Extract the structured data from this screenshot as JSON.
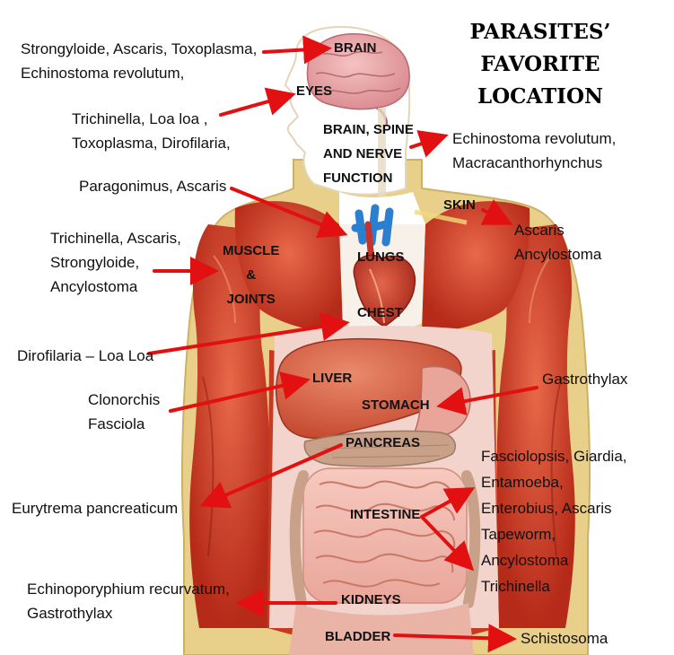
{
  "title": [
    "PARASITES’",
    "FAVORITE",
    "LOCATION"
  ],
  "organs": {
    "brain": [
      "BRAIN"
    ],
    "eyes": [
      "EYES"
    ],
    "nerve": [
      "BRAIN, SPINE",
      "AND NERVE",
      "FUNCTION"
    ],
    "skin": [
      "SKIN"
    ],
    "lungs": [
      "LUNGS"
    ],
    "muscle": [
      "MUSCLE",
      "&",
      "JOINTS"
    ],
    "chest": [
      "CHEST"
    ],
    "liver": [
      "LIVER"
    ],
    "stomach": [
      "STOMACH"
    ],
    "pancreas": [
      "PANCREAS"
    ],
    "intestine": [
      "INTESTINE"
    ],
    "kidneys": [
      "KIDNEYS"
    ],
    "bladder": [
      "BLADDER"
    ]
  },
  "parasites": {
    "brain": [
      "Strongyloide, Ascaris, Toxoplasma,",
      "Echinostoma revolutum,"
    ],
    "eyes": [
      "Trichinella, Loa loa ,",
      "Toxoplasma, Dirofilaria,"
    ],
    "nerve": [
      "Echinostoma revolutum,",
      "Macracanthorhynchus"
    ],
    "lungs": [
      "Paragonimus, Ascaris"
    ],
    "skin": [
      "Ascaris",
      "Ancylostoma"
    ],
    "muscle": [
      "Trichinella, Ascaris,",
      "Strongyloide,",
      "Ancylostoma"
    ],
    "chest": [
      "Dirofilaria – Loa Loa"
    ],
    "liver": [
      "Clonorchis",
      "Fasciola"
    ],
    "stomach": [
      "Gastrothylax"
    ],
    "pancreas": [
      "Eurytrema pancreaticum"
    ],
    "intestine": [
      "Fasciolopsis, Giardia,",
      "Entamoeba,",
      "Enterobius, Ascaris",
      "Tapeworm,",
      "Ancylostoma",
      "Trichinella"
    ],
    "kidneys": [
      "Echinoporyphium recurvatum,",
      "Gastrothylax"
    ],
    "bladder": [
      "Schistosoma"
    ]
  },
  "colors": {
    "arrow": "#e21010",
    "muscle": "#c8361f",
    "muscle_light": "#e26a4b",
    "skin_outline": "#e6cf86",
    "organ_pink": "#f2b8aa",
    "liver": "#d2553b",
    "vessel_blue": "#2a7fd0"
  }
}
